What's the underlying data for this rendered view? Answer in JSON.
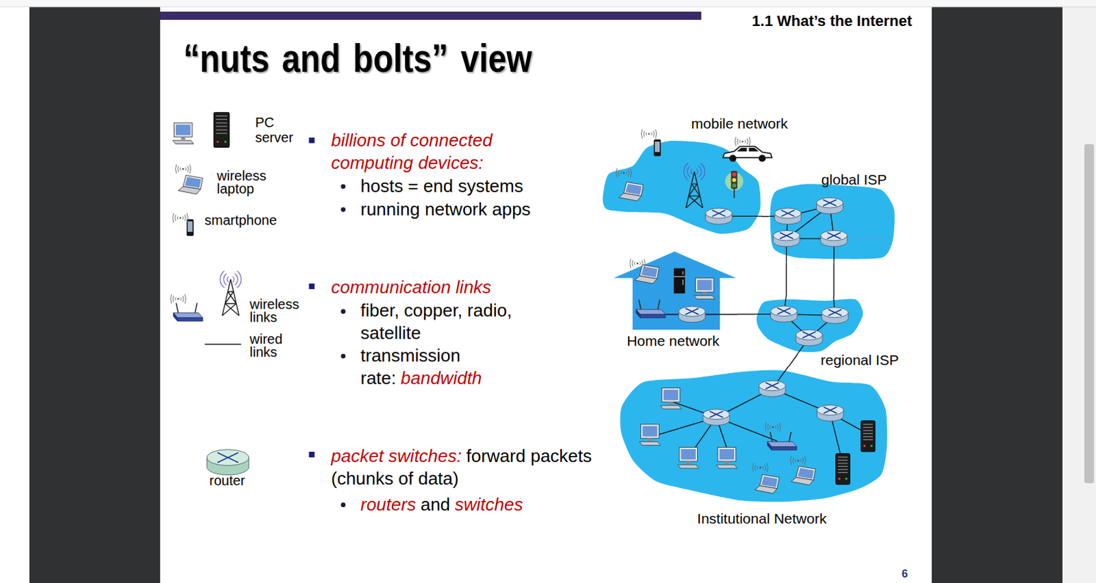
{
  "diagram": {
    "title": "“nuts and bolts” view",
    "nodes": [
      {
        "text": [
          "mobile network"
        ]
      },
      {
        "text": [
          "global ISP"
        ]
      },
      {
        "text": [
          "Home network"
        ]
      },
      {
        "text": [
          "regional ISP"
        ]
      },
      {
        "text": [
          "Institutional Network"
        ]
      }
    ],
    "edges": [
      {
        "from": 0,
        "to": 1,
        "arrow": "none"
      },
      {
        "from": 1,
        "to": 3,
        "arrow": "none"
      },
      {
        "from": 1,
        "to": 3,
        "arrow": "none"
      },
      {
        "from": 2,
        "to": 3,
        "arrow": "none"
      },
      {
        "from": 3,
        "to": 4,
        "arrow": "none"
      }
    ],
    "labels": [
      "1.1 What’s the Internet",
      "billions of connected computing devices:",
      "hosts = end systems",
      "running network apps",
      "communication links",
      "fiber, copper, radio, satellite",
      "transmission rate:",
      "bandwidth",
      "packet switches:",
      "forward packets (chunks of data)",
      "routers",
      "and",
      "switches",
      "6"
    ],
    "legend": [
      {
        "text": "PC"
      },
      {
        "text": "server"
      },
      {
        "text": "wireless laptop"
      },
      {
        "text": "smartphone"
      },
      {
        "text": "wireless links"
      },
      {
        "text": "wired links"
      },
      {
        "text": "router"
      }
    ]
  }
}
